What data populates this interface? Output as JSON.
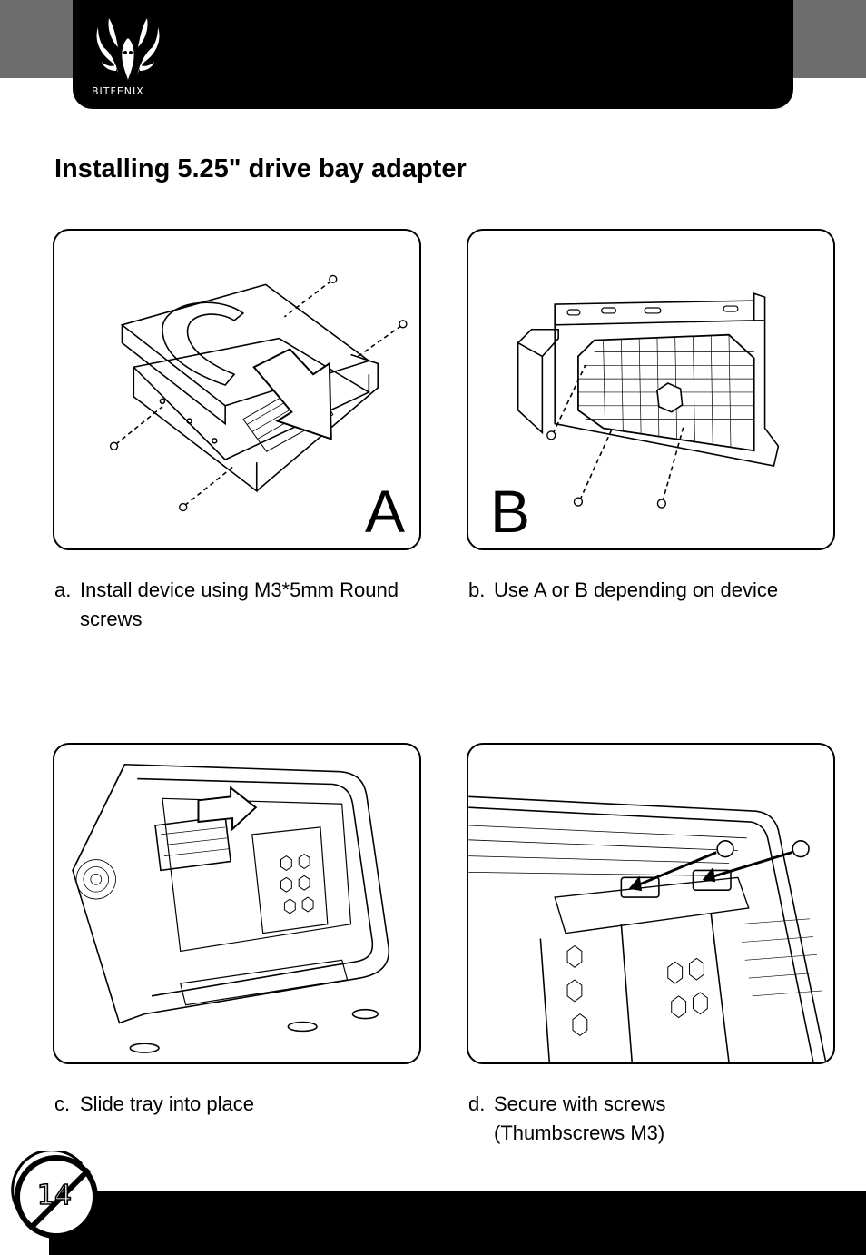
{
  "header": {
    "brand": "BITFENIX",
    "logo_text": "BITFENIX"
  },
  "page": {
    "title": "Installing 5.25\" drive bay adapter",
    "number": "14"
  },
  "panels": [
    {
      "letter": "A",
      "marker": "a.",
      "caption": "Install device using M3*5mm Round screws"
    },
    {
      "letter": "B",
      "marker": "b.",
      "caption": "Use A or B depending on device"
    },
    {
      "letter": "",
      "marker": "c.",
      "caption": "Slide tray into place"
    },
    {
      "letter": "",
      "marker": "d.",
      "caption": "Secure with screws (Thumbscrews M3)"
    }
  ]
}
